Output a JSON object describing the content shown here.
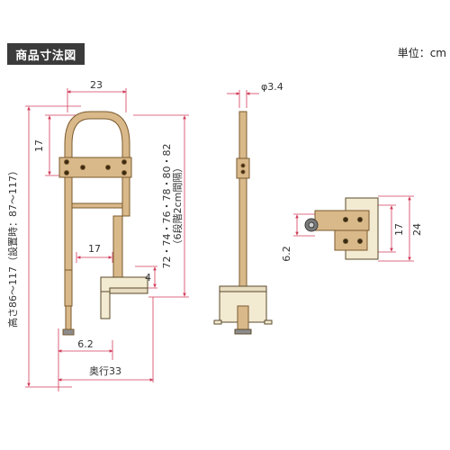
{
  "header": {
    "title": "商品寸法図",
    "unit": "単位：cm"
  },
  "front_view": {
    "width_label": "23",
    "inner_top_label": "17",
    "mid_width_label": "17",
    "height_label": "高さ86～117（設置時：87～117）",
    "right_dim_line1": "72・74・76・78・80・82",
    "right_dim_line2": "（6段階2cm間隔）",
    "small_dim_label": "4",
    "foot_label": "6.2",
    "depth_label": "奥行33"
  },
  "side_view": {
    "diameter_label": "φ3.4"
  },
  "top_view": {
    "left_label": "6.2",
    "inner_label": "17",
    "outer_label": "24"
  },
  "colors": {
    "bar": "#d9b98a",
    "bar_stroke": "#7a5a2e",
    "clamp": "#f3ead2",
    "dim_line": "#d23c5a",
    "badge": "#3b3b3b"
  }
}
